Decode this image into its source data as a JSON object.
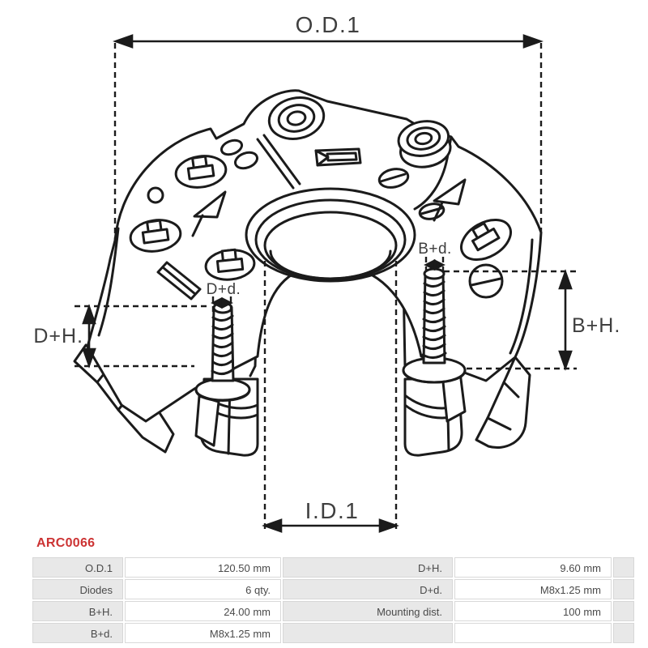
{
  "part_code": "ARC0066",
  "colors": {
    "part_code_red": "#cc3333",
    "drawing_line": "#1b1b1b",
    "dim_text": "#3f3f3f",
    "table_label_bg": "#e8e8e8",
    "table_border": "#d9d9d9"
  },
  "drawing": {
    "labels": {
      "od1": "O.D.1",
      "id1": "I.D.1",
      "dh": "D+H.",
      "bh": "B+H.",
      "dd": "D+d.",
      "bd": "B+d."
    }
  },
  "table": {
    "rows": [
      {
        "l1": "O.D.1",
        "v1": "120.50 mm",
        "l2": "D+H.",
        "v2": "9.60 mm"
      },
      {
        "l1": "Diodes",
        "v1": "6 qty.",
        "l2": "D+d.",
        "v2": "M8x1.25 mm"
      },
      {
        "l1": "B+H.",
        "v1": "24.00 mm",
        "l2": "Mounting dist.",
        "v2": "100 mm"
      },
      {
        "l1": "B+d.",
        "v1": "M8x1.25 mm",
        "l2": "",
        "v2": ""
      }
    ]
  }
}
